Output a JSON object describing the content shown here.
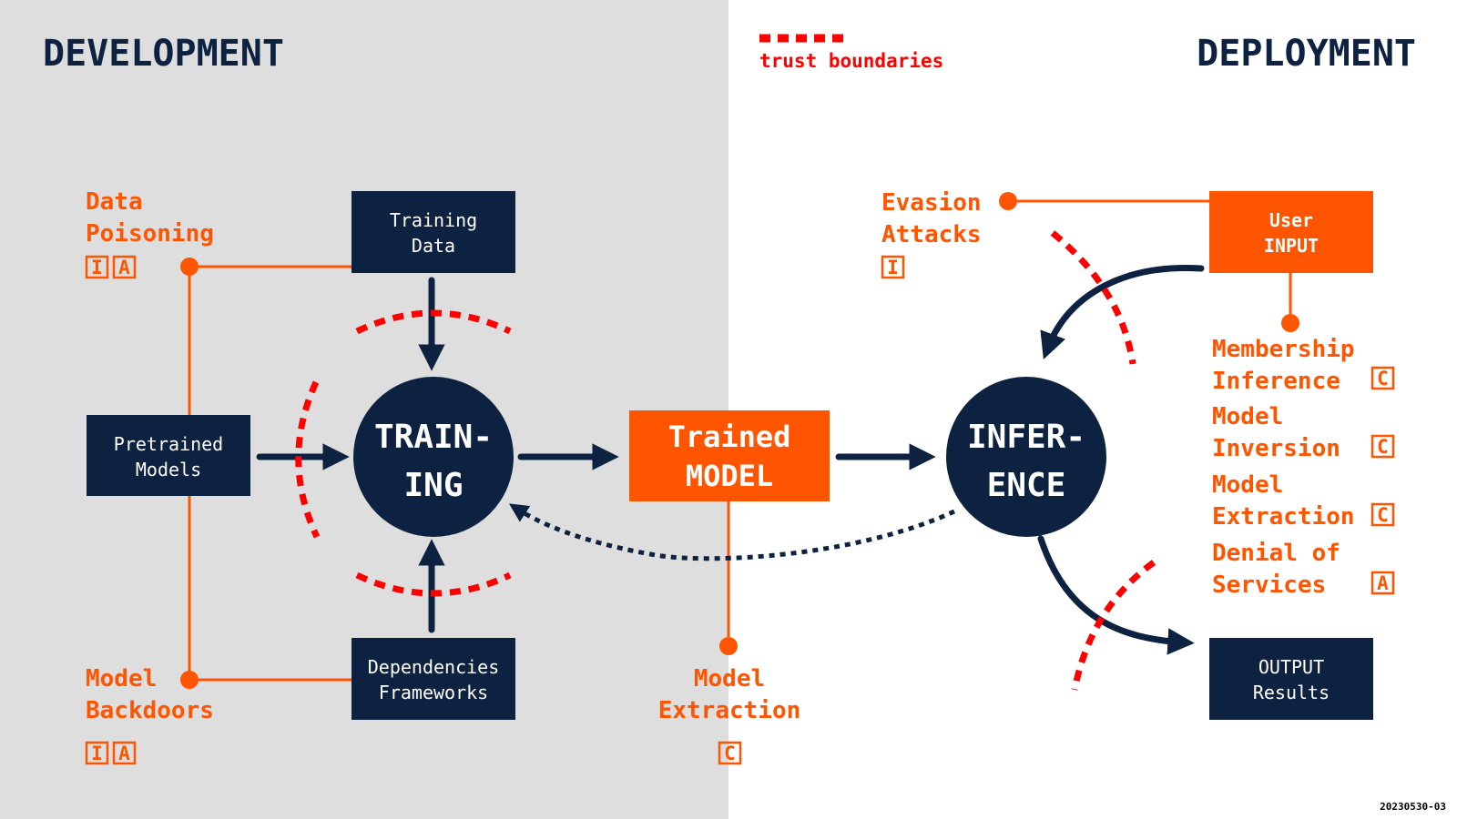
{
  "headings": {
    "development": "DEVELOPMENT",
    "deployment": "DEPLOYMENT"
  },
  "legend": {
    "trust_boundaries": "trust boundaries"
  },
  "nodes": {
    "training_data": [
      "Training",
      "Data"
    ],
    "pretrained_models": [
      "Pretrained",
      "Models"
    ],
    "dependencies_frameworks": [
      "Dependencies",
      "Frameworks"
    ],
    "training": [
      "TRAIN-",
      "ING"
    ],
    "trained_model": [
      "Trained",
      "MODEL"
    ],
    "inference": [
      "INFER-",
      "ENCE"
    ],
    "user_input": [
      "User",
      "INPUT"
    ],
    "output_results": [
      "OUTPUT",
      "Results"
    ]
  },
  "attacks": {
    "data_poisoning": {
      "lines": [
        "Data",
        "Poisoning"
      ],
      "badges": [
        "I",
        "A"
      ]
    },
    "model_backdoors": {
      "lines": [
        "Model",
        "Backdoors"
      ],
      "badges": [
        "I",
        "A"
      ]
    },
    "model_extraction_dev": {
      "lines": [
        "Model",
        "Extraction"
      ],
      "badges": [
        "C"
      ]
    },
    "evasion_attacks": {
      "lines": [
        "Evasion",
        "Attacks"
      ],
      "badges": [
        "I"
      ]
    },
    "membership_inference": {
      "lines": [
        "Membership",
        "Inference"
      ],
      "badges": [
        "C"
      ]
    },
    "model_inversion": {
      "lines": [
        "Model",
        "Inversion"
      ],
      "badges": [
        "C"
      ]
    },
    "model_extraction": {
      "lines": [
        "Model",
        "Extraction"
      ],
      "badges": [
        "C"
      ]
    },
    "denial_of_services": {
      "lines": [
        "Denial of",
        "Services"
      ],
      "badges": [
        "A"
      ]
    }
  },
  "version": "20230530-03",
  "colors": {
    "navy": "#0d2240",
    "orange": "#ff5500",
    "red": "#ff0000",
    "dev_bg": "#dedede"
  }
}
